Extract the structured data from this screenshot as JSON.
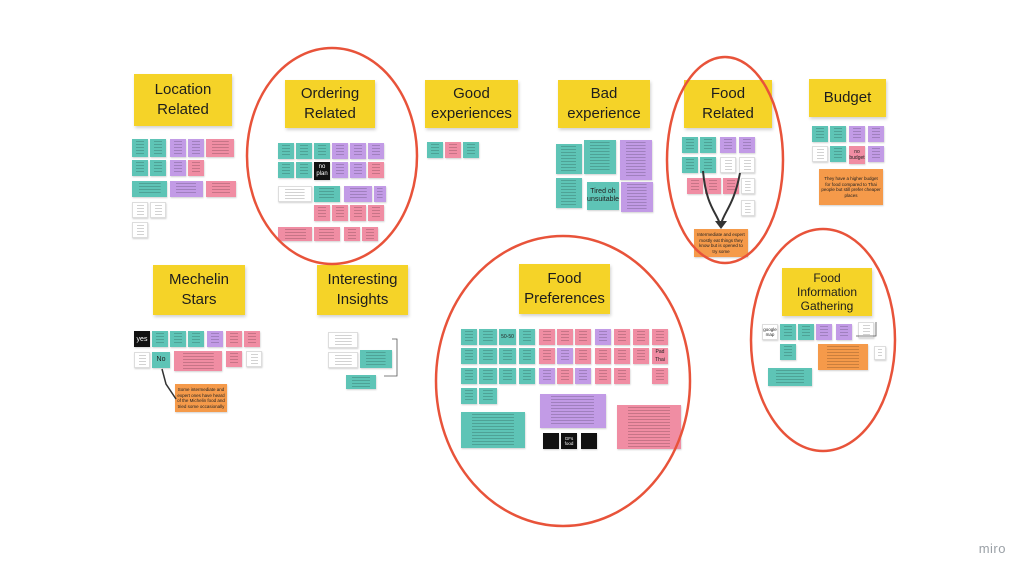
{
  "board": {
    "headers": {
      "location": "Location Related",
      "ordering": "Ordering Related",
      "good": "Good experiences",
      "bad": "Bad experience",
      "food_related": "Food Related",
      "budget": "Budget",
      "mechelin": "Mechelin Stars",
      "insights": "Interesting Insights",
      "preferences": "Food Preferences",
      "info": "Food Information Gathering"
    },
    "readable_notes": {
      "no_plan": "no plan",
      "tired_unsuitable": "Tired oh unsuitable",
      "no_budget": "no budget",
      "budget_note": "They have a higher budget for food compared to Thai people but still prefer cheaper places",
      "food_related_orange": "Intermediate and expert mostly eat things they know but is opened to try some",
      "yes": "yes",
      "no": "No",
      "mechelin_orange": "Some intermediate and expert ones have heard of the Michelin food and tried some occasionally",
      "pref_50": "50-50",
      "pad_thai": "Pad Thai",
      "gfs_food": "GFs food",
      "google_map": "google map"
    },
    "colors": {
      "teal": "#5ec4b6",
      "pink": "#f08da3",
      "purple": "#c29be6",
      "orange": "#f59a4a",
      "yellow": "#f5d328",
      "circle": "#e8533a"
    }
  },
  "brand": {
    "logo": "miro"
  }
}
